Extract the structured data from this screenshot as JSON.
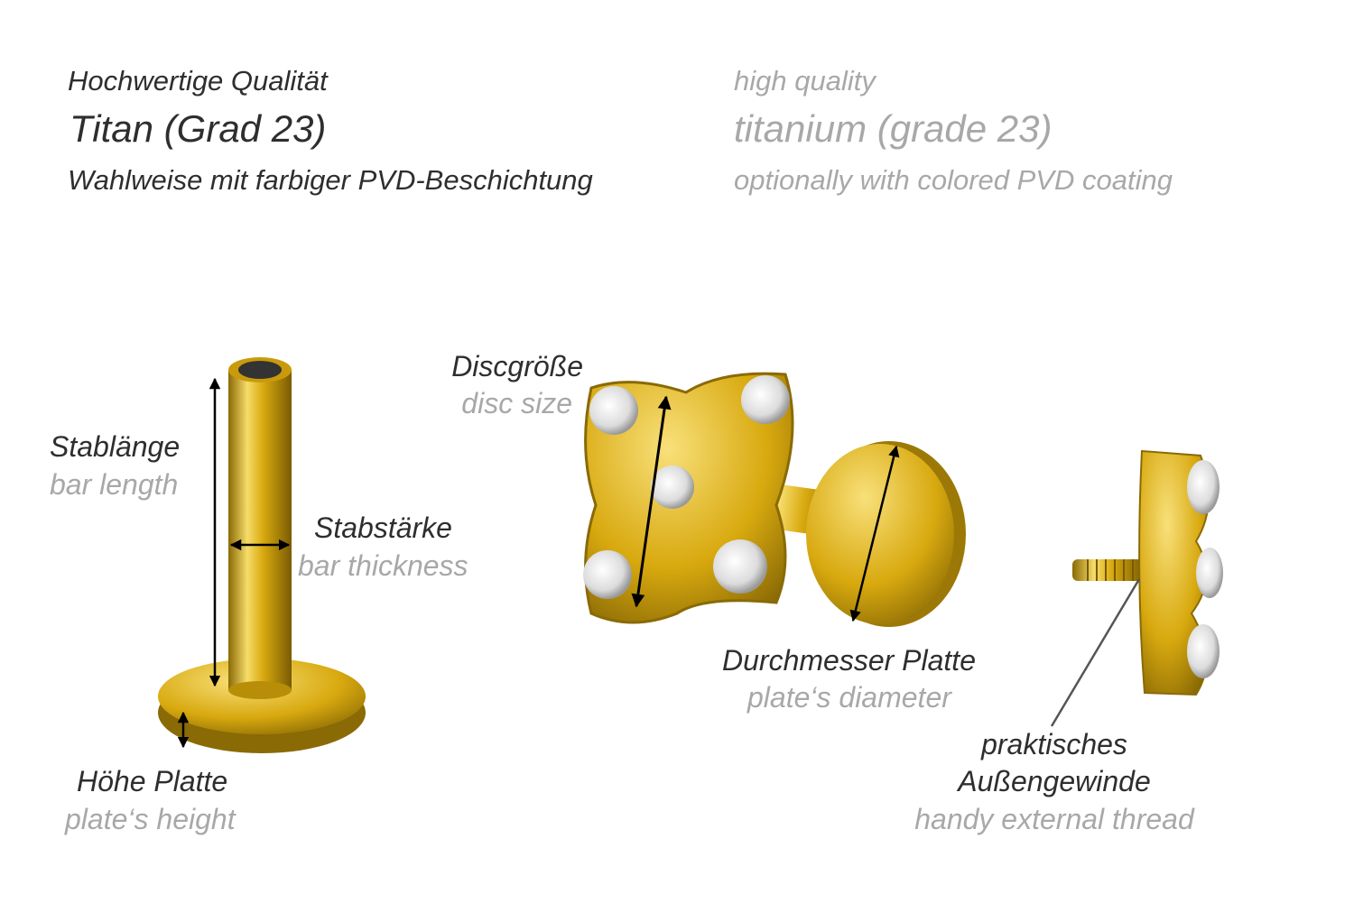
{
  "header": {
    "de": {
      "quality": "Hochwertige Qualität",
      "material": "Titan (Grad 23)",
      "coating": "Wahlweise mit farbiger PVD-Beschichtung"
    },
    "en": {
      "quality": "high quality",
      "material": "titanium (grade 23)",
      "coating": "optionally with colored PVD coating"
    }
  },
  "labels": {
    "bar_length": {
      "de": "Stablänge",
      "en": "bar length"
    },
    "bar_thickness": {
      "de": "Stabstärke",
      "en": "bar thickness"
    },
    "plate_height": {
      "de": "Höhe Platte",
      "en": "plate‘s height"
    },
    "disc_size": {
      "de": "Discgröße",
      "en": "disc size"
    },
    "plate_diameter": {
      "de": "Durchmesser Platte",
      "en": "plate‘s diameter"
    },
    "thread": {
      "de_line1": "praktisches",
      "de_line2": "Außengewinde",
      "en": "handy external thread"
    }
  },
  "colors": {
    "gold": "#d8a90f",
    "gold_dark": "#8a6a05",
    "gold_light": "#f6dc6a",
    "text_dark": "#2e2e2e",
    "text_light": "#a8a8a8"
  }
}
